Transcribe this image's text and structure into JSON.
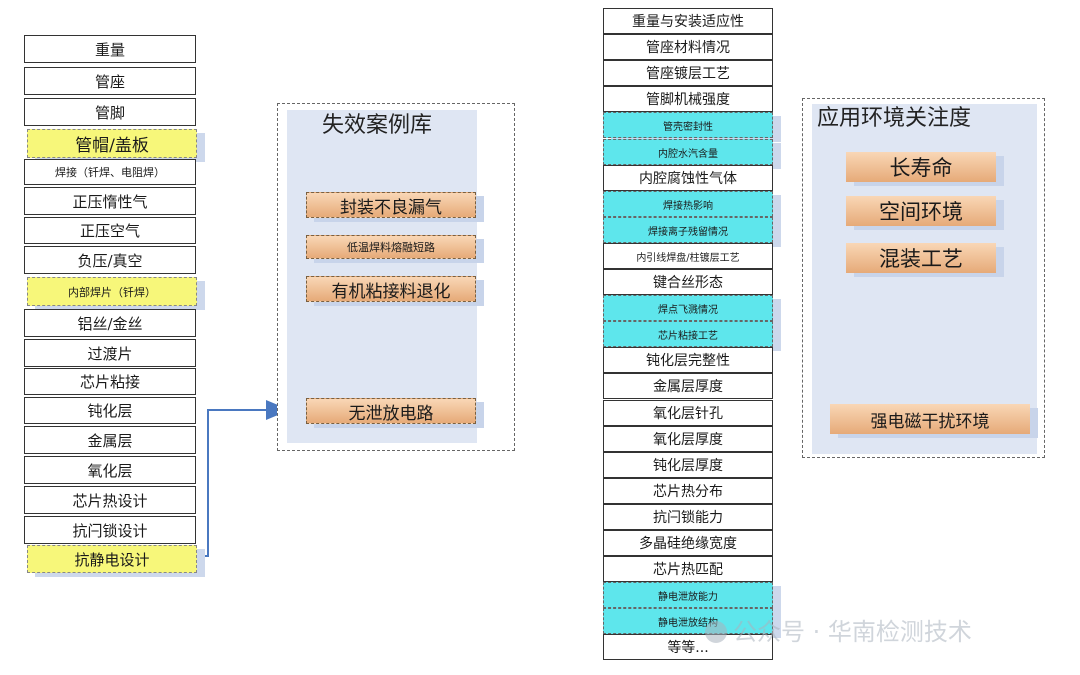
{
  "left_column": [
    {
      "text": "重量",
      "style": "plain"
    },
    {
      "text": "管座",
      "style": "plain"
    },
    {
      "text": "管脚",
      "style": "plain"
    },
    {
      "text": "管帽/盖板",
      "style": "yellow"
    },
    {
      "text": "焊接（钎焊、电阻焊）",
      "style": "plain"
    },
    {
      "text": "正压惰性气",
      "style": "plain"
    },
    {
      "text": "正压空气",
      "style": "plain"
    },
    {
      "text": "负压/真空",
      "style": "plain"
    },
    {
      "text": "内部焊片（钎焊）",
      "style": "yellow"
    },
    {
      "text": "铝丝/金丝",
      "style": "plain"
    },
    {
      "text": "过渡片",
      "style": "plain"
    },
    {
      "text": "芯片粘接",
      "style": "plain"
    },
    {
      "text": "钝化层",
      "style": "plain"
    },
    {
      "text": "金属层",
      "style": "plain"
    },
    {
      "text": "氧化层",
      "style": "plain"
    },
    {
      "text": "芯片热设计",
      "style": "plain"
    },
    {
      "text": "抗闩锁设计",
      "style": "plain"
    },
    {
      "text": "抗静电设计",
      "style": "yellow"
    }
  ],
  "failure_library": {
    "title": "失效案例库",
    "items": [
      "封装不良漏气",
      "低温焊料熔融短路",
      "有机粘接料退化",
      "无泄放电路"
    ]
  },
  "middle_column": [
    {
      "text": "重量与安装适应性",
      "style": "plain"
    },
    {
      "text": "管座材料情况",
      "style": "plain"
    },
    {
      "text": "管座镀层工艺",
      "style": "plain"
    },
    {
      "text": "管脚机械强度",
      "style": "plain"
    },
    {
      "text": "管壳密封性",
      "style": "cyan"
    },
    {
      "text": "内腔水汽含量",
      "style": "cyan"
    },
    {
      "text": "内腔腐蚀性气体",
      "style": "plain"
    },
    {
      "text": "焊接热影响",
      "style": "cyan"
    },
    {
      "text": "焊接离子残留情况",
      "style": "cyan"
    },
    {
      "text": "内引线焊盘/柱镀层工艺",
      "style": "plain"
    },
    {
      "text": "键合丝形态",
      "style": "plain"
    },
    {
      "text": "焊点飞溅情况",
      "style": "cyan"
    },
    {
      "text": "芯片粘接工艺",
      "style": "cyan"
    },
    {
      "text": "钝化层完整性",
      "style": "plain"
    },
    {
      "text": "金属层厚度",
      "style": "plain"
    },
    {
      "text": "氧化层针孔",
      "style": "plain"
    },
    {
      "text": "氧化层厚度",
      "style": "plain"
    },
    {
      "text": "钝化层厚度",
      "style": "plain"
    },
    {
      "text": "芯片热分布",
      "style": "plain"
    },
    {
      "text": "抗闩锁能力",
      "style": "plain"
    },
    {
      "text": "多晶硅绝缘宽度",
      "style": "plain"
    },
    {
      "text": "芯片热匹配",
      "style": "plain"
    },
    {
      "text": "静电泄放能力",
      "style": "cyan"
    },
    {
      "text": "静电泄放结构",
      "style": "cyan"
    },
    {
      "text": "等等...",
      "style": "plain"
    }
  ],
  "environment": {
    "title": "应用环境关注度",
    "items": [
      "长寿命",
      "空间环境",
      "混装工艺",
      "强电磁干扰环境"
    ]
  },
  "watermark": "公众号 · 华南检测技术",
  "colors": {
    "yellow": "#f7f77a",
    "cyan": "#5ee6ec",
    "orange": "#e6aa78",
    "arrow": "#4a78c0",
    "panel": "#dfe6f3"
  }
}
